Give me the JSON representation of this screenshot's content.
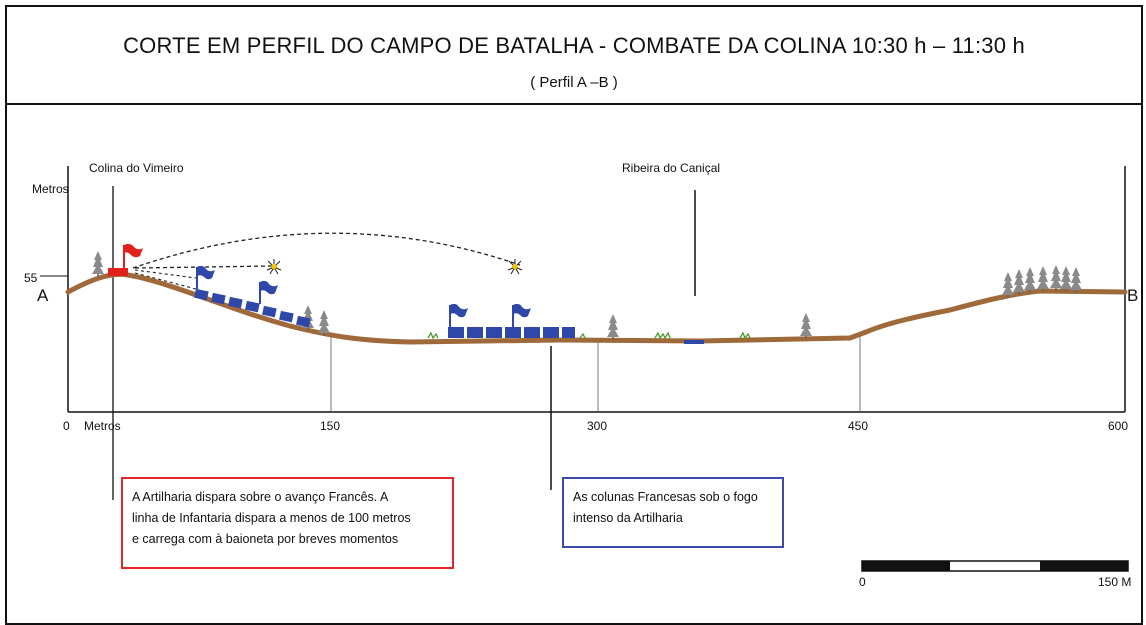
{
  "header": {
    "title": "CORTE EM PERFIL DO CAMPO DE BATALHA - COMBATE DA COLINA 10:30 h – 11:30 h",
    "subtitle": "( Perfil A –B )"
  },
  "profile": {
    "y_axis_label": "Metros",
    "y_tick": "55",
    "x_axis_label": "Metros",
    "x_ticks": [
      "0",
      "150",
      "300",
      "450",
      "600"
    ],
    "end_a": "A",
    "end_b": "B"
  },
  "places": {
    "colina": "Colina do Vimeiro",
    "ribeira": "Ribeira do Caniçal"
  },
  "notes": {
    "artillery_lines": [
      "A Artilharia dispara sobre o avanço Francês. A",
      "linha de Infantaria dispara a menos de 100 metros",
      "e carrega com à baioneta por breves momentos"
    ],
    "columns_lines": [
      "As colunas Francesas sob o fogo",
      "intenso da Artilharia"
    ]
  },
  "scale": {
    "start": "0",
    "end": "150 M"
  },
  "colors": {
    "terrain": "#a0693a",
    "british": "#e3201b",
    "french": "#2e47a8",
    "tree": "#8a8a8a",
    "grass": "#4e9a2e"
  }
}
